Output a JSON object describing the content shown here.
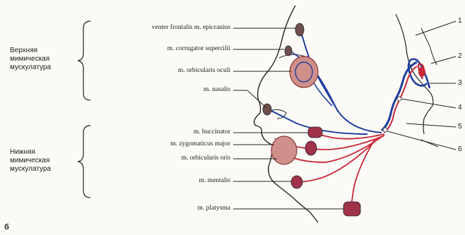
{
  "groups": {
    "upper": [
      "Верхняя",
      "мимическая",
      "мускулатура"
    ],
    "lower": [
      "Нижняя",
      "мимическая",
      "мускулатура"
    ]
  },
  "muscles": {
    "venter_frontalis": "venter frontalis m. epicranius",
    "corrugator": "m. corrugator supercilii",
    "orbicularis_oculi": "m. orbicularis oculi",
    "nasalis": "m. nasalis",
    "buccinator": "m. buccinator",
    "zygomaticus": "m. zygomaticus major",
    "orbicularis_oris": "m. orbicularis oris",
    "mentalis": "m. mentalis",
    "platysma": "m. platysma"
  },
  "numbers": [
    "1",
    "2",
    "3",
    "4",
    "5",
    "6"
  ],
  "figure_letter": "б",
  "colors": {
    "upper_nerve": "#1f3f9e",
    "lower_nerve": "#c8283a",
    "muscle": "#a0324a",
    "outline": "#222222"
  }
}
